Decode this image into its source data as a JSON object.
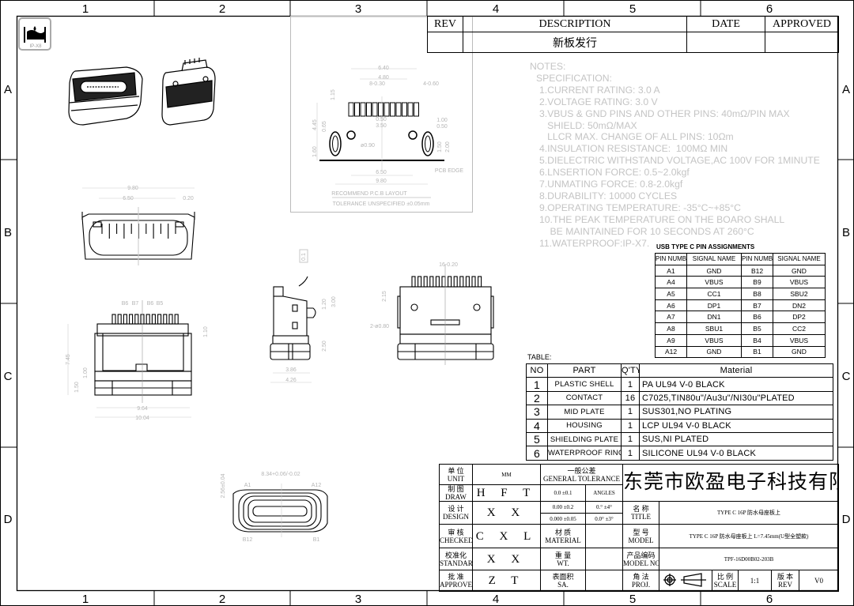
{
  "zones": {
    "columns": [
      "1",
      "2",
      "3",
      "4",
      "5",
      "6"
    ],
    "rows": [
      "A",
      "B",
      "C",
      "D"
    ]
  },
  "logo_text": "IP-X8",
  "revision_table": {
    "headers": [
      "REV",
      "DESCRIPTION",
      "DATE",
      "APPROVED"
    ],
    "row": {
      "rev": "",
      "description": "新板发行",
      "date": "",
      "approved": ""
    }
  },
  "notes": {
    "title": "NOTES:",
    "subtitle": "SPECIFICATION:",
    "lines": [
      "1.CURRENT RATING: 3.0 A",
      "2.VOLTAGE RATING: 3.0 V",
      "3.VBUS & GND PINS AND OTHER PINS: 40mΩ/PIN MAX",
      "   SHIELD: 50mΩ/MAX",
      "   LLCR MAX. CHANGE OF ALL PINS: 10Ωm",
      "4.INSULATION RESISTANCE:  100MΩ MIN",
      "5.DIELECTRIC WITHSTAND VOLTAGE,AC 100V FOR 1MINUTE",
      "6.LNSERTION FORCE: 0.5~2.0kgf",
      "7.UNMATING FORCE: 0.8-2.0kgf",
      "8.DURABILITY: 10000 CYCLES",
      "9.OPERATING TEMPERATURE: -35°C~+85°C",
      "10.THE PEAK TEMPERATURE ON THE BOARO SHALL",
      "    BE MAINTAINED FOR 10 SECONDS AT 260°C",
      "11.WATERPROOF:IP-X7."
    ]
  },
  "pin_table": {
    "title": "USB TYPE C PIN ASSIGNMENTS",
    "headers": [
      "PIN NUMBER",
      "SIGNAL NAME",
      "PIN NUMBER",
      "SIGNAL NAME"
    ],
    "rows": [
      [
        "A1",
        "GND",
        "B12",
        "GND"
      ],
      [
        "A4",
        "VBUS",
        "B9",
        "VBUS"
      ],
      [
        "A5",
        "CC1",
        "B8",
        "SBU2"
      ],
      [
        "A6",
        "DP1",
        "B7",
        "DN2"
      ],
      [
        "A7",
        "DN1",
        "B6",
        "DP2"
      ],
      [
        "A8",
        "SBU1",
        "B5",
        "CC2"
      ],
      [
        "A9",
        "VBUS",
        "B4",
        "VBUS"
      ],
      [
        "A12",
        "GND",
        "B1",
        "GND"
      ]
    ]
  },
  "parts_table": {
    "title": "TABLE:",
    "headers": [
      "NO",
      "PART",
      "Q'TY",
      "Material"
    ],
    "rows": [
      [
        "1",
        "PLASTIC SHELL",
        "1",
        "PA UL94 V-0 BLACK"
      ],
      [
        "2",
        "CONTACT",
        "16",
        "C7025,TIN80u\"/Au3u\"/NI30u\"PLATED"
      ],
      [
        "3",
        "MID PLATE",
        "1",
        "SUS301,NO PLATING"
      ],
      [
        "4",
        "HOUSING",
        "1",
        "LCP UL94 V-0 BLACK"
      ],
      [
        "5",
        "SHIELDING PLATE",
        "1",
        "SUS,NI PLATED"
      ],
      [
        "6",
        "WATERPROOF RING",
        "1",
        "SILICONE UL94 V-0 BLACK"
      ]
    ]
  },
  "pcb_layout": {
    "caption": "RECOMMEND P.C.B LAYOUT",
    "tolerance": "TOLERANCE UNSPECIFIED ±0.05mm",
    "pcb_edge": "PCB EDGE",
    "dims": [
      "6.40",
      "4.80",
      "8-0.30",
      "4-0.60",
      "1.15",
      "4.45",
      "0.65",
      "1.60",
      "0.50",
      "3.50",
      "ø0.90",
      "1.00",
      "0.50",
      "1.50",
      "2.00",
      "6.50",
      "9.80"
    ]
  },
  "front_view": {
    "dims": [
      "9.80",
      "6.50",
      "0.20"
    ]
  },
  "bottom_view": {
    "dims": [
      "B6",
      "B7",
      "B6",
      "B5",
      "1.10",
      "7.45",
      "1.00",
      "1.50",
      "9.64",
      "10.04"
    ]
  },
  "side_view": {
    "dims": [
      "0.1",
      "1.20",
      "3.00",
      "2.50",
      "3.86",
      "4.26"
    ]
  },
  "top_view": {
    "dims": [
      "16-0.20",
      "2.15",
      "2-ø0.80"
    ]
  },
  "mating_view": {
    "dims": [
      "8.34+0.06/-0.02",
      "2.56±0.04",
      "A1",
      "A12",
      "B12",
      "B1"
    ]
  },
  "title_block": {
    "unit_label": "单 位",
    "unit_en": "UNIT",
    "unit": "MM",
    "tol_label": "一般公差",
    "tol_en": "GENERAL TOLERANCE",
    "company": "东莞市欧盈电子科技有限公司",
    "draw_label": "制 图",
    "draw_en": "DRAW",
    "draw": "H F T",
    "tol1": "0.0  ±0.1",
    "angles": "ANGLES",
    "design_label": "设 计",
    "design_en": "DESIGN",
    "design": "X X",
    "tol2": "0.00 ±0.2",
    "ang1": "0.°  ±4°",
    "tol3": "0.000 ±0.05",
    "ang2": "0.0° ±3°",
    "title_label": "名 称",
    "title_en": "TITLE",
    "title": "TYPE C 16P 防水母座板上",
    "checked_label": "审 核",
    "checked_en": "CHECKED",
    "checked": "C X L",
    "material_label": "材 质",
    "material_en": "MATERIAL",
    "material": "",
    "model_label": "型 号",
    "model_en": "MODEL",
    "model": "TYPE C 16P 防水母座板上 L=7.45mm(U型全塑款)",
    "standard_label": "校准化",
    "standard_en": "STANDARD",
    "standard": "X X",
    "wt_label": "重 量",
    "wt_en": "WT.",
    "wt": "",
    "modelno_label": "产品编码",
    "modelno_en": "MODEL NO",
    "modelno": "TPF-16D00B02-203B",
    "approve_label": "批 准",
    "approve_en": "APPROVE",
    "approve": "Z T",
    "sa_label": "表面积",
    "sa_en": "SA.",
    "sa": "",
    "proj_label": "角 法",
    "proj_en": "PROJ.",
    "scale_label": "比 例",
    "scale_en": "SCALE",
    "scale": "1:1",
    "rev_label": "版 本",
    "rev_en": "REV",
    "rev": "V0"
  }
}
